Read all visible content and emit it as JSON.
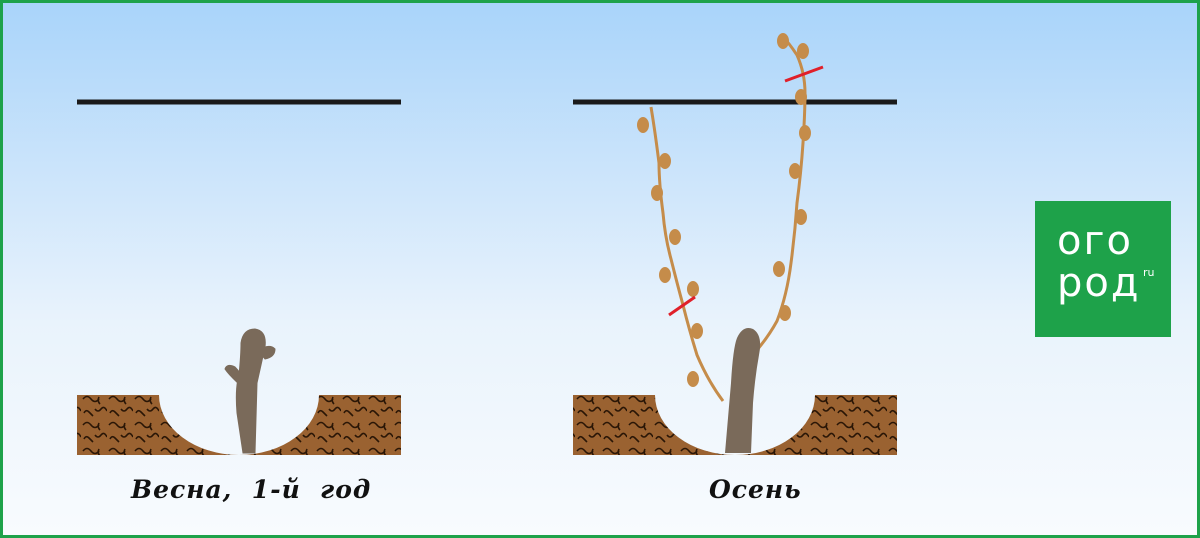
{
  "captions": {
    "left": "Весна,  1-й  год",
    "right": "Осень"
  },
  "logo": {
    "line1": "ого",
    "line2": "род",
    "suffix": "ru"
  },
  "colors": {
    "frame": "#1ea24a",
    "soil": "#9a6231",
    "trunk": "#7a6a5a",
    "vine": "#c58c4a",
    "trellis_wire": "#1a1a1a",
    "cut_mark": "#e0202a"
  },
  "icons": [
    "pruning-cut-mark-icon"
  ]
}
